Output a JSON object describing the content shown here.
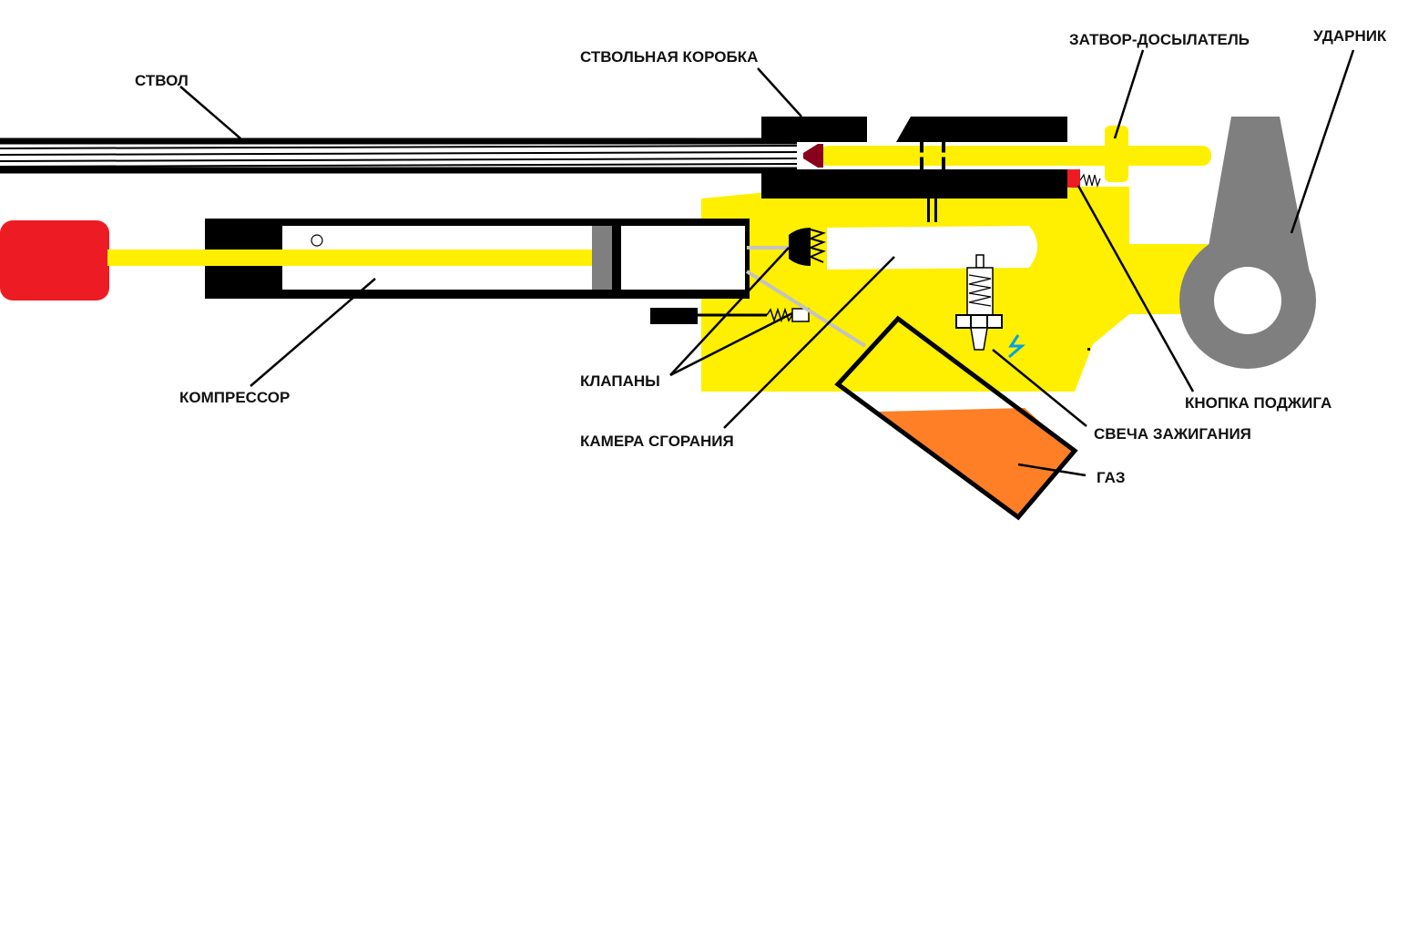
{
  "colors": {
    "body": "#ffef00",
    "steel": "#000000",
    "red": "#ed1c24",
    "dark_red": "#88001b",
    "grey": "#7f7f7f",
    "gas": "#ff7f27",
    "spark": "#00a2e8"
  },
  "labels": {
    "barrel": "СТВОЛ",
    "receiver": "СТВОЛЬНАЯ КОРОБКА",
    "bolt": "ЗАТВОР-ДОСЫЛАТЕЛЬ",
    "striker": "УДАРНИК",
    "compressor": "КОМПРЕССОР",
    "valves": "КЛАПАНЫ",
    "chamber": "КАМЕРА СГОРАНИЯ",
    "ignition_button": "КНОПКА ПОДЖИГА",
    "spark_plug": "СВЕЧА ЗАЖИГАНИЯ",
    "gas": "ГАЗ"
  }
}
